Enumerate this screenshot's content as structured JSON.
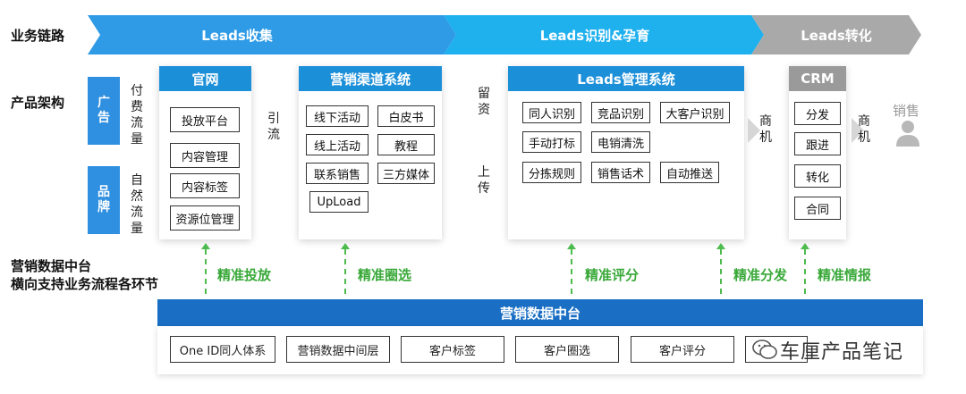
{
  "rows": {
    "chain": "业务链路",
    "arch": "产品架构",
    "platform_line1": "营销数据中台",
    "platform_line2": "横向支持业务流程各环节"
  },
  "chain": {
    "stage1": "Leads收集",
    "stage2": "Leads识别&孕育",
    "stage3": "Leads转化"
  },
  "sources": {
    "ad_tab": "广告",
    "ad_desc": "付费流量",
    "brand_tab": "品牌",
    "brand_desc": "自然流量"
  },
  "website": {
    "title": "官网",
    "items": [
      "投放平台",
      "内容管理",
      "内容标签",
      "资源位管理"
    ]
  },
  "channel": {
    "title": "营销渠道系统",
    "items": [
      "线下活动",
      "白皮书",
      "线上活动",
      "教程",
      "联系销售",
      "三方媒体",
      "UpLoad"
    ]
  },
  "leads_mgmt": {
    "title": "Leads管理系统",
    "items": [
      "同人识别",
      "竞品识别",
      "大客户识别",
      "手动打标",
      "电销清洗",
      "分拣规则",
      "销售话术",
      "自动推送"
    ]
  },
  "crm": {
    "title": "CRM",
    "items": [
      "分发",
      "跟进",
      "转化",
      "合同"
    ]
  },
  "connectors": {
    "drainage": "引流",
    "retain": "留资",
    "upload": "上传",
    "opportunity1": "商机",
    "opportunity2": "商机",
    "sales": "销售"
  },
  "precision": {
    "p1": "精准投放",
    "p2": "精准圈选",
    "p3": "精准评分",
    "p4": "精准分发",
    "p5": "精准情报"
  },
  "data_platform": {
    "title": "营销数据中台",
    "items": [
      "One ID同人体系",
      "营销数据中间层",
      "客户标签",
      "客户圈选",
      "客户评分"
    ]
  },
  "watermark": "车厘产品笔记",
  "colors": {
    "chain_blue": "#2aa0e8",
    "chain_grey": "#a7a7a7",
    "header_blue": "#1c8fd9",
    "crm_grey": "#9a9a9a",
    "platform_blue": "#1a6fc4",
    "green": "#3aa93a"
  }
}
